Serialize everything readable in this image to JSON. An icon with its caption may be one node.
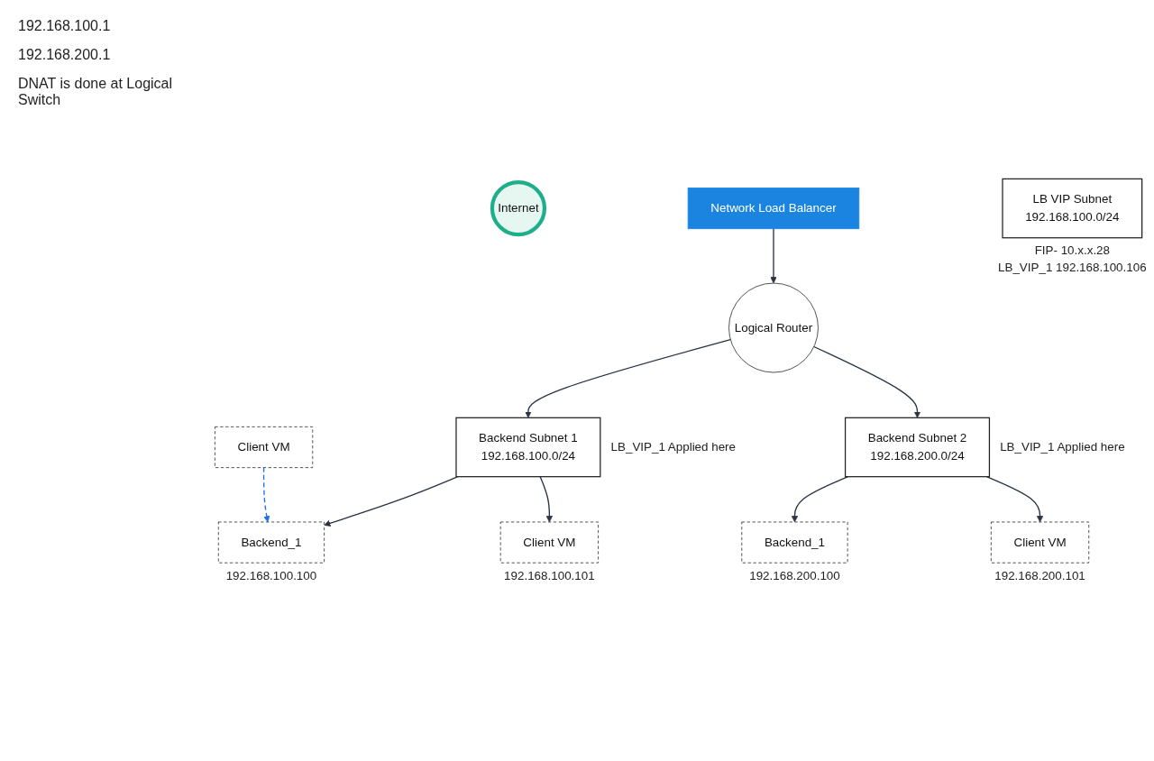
{
  "diagram": {
    "nodes": [
      {
        "text": [
          "Client VM"
        ]
      },
      {
        "text": [
          "Internet"
        ]
      },
      {
        "text": [
          "Network Load Balancer"
        ]
      },
      {
        "text": [
          "LB VIP Subnet",
          "192.168.100.0/24"
        ],
        "beside": [
          "FIP- 10.x.x.28",
          "LB_VIP_1 192.168.100.106"
        ]
      },
      {
        "text": [
          "Logical Router"
        ]
      },
      {
        "text": [
          "Backend Subnet 1",
          "192.168.100.0/24"
        ],
        "beside": [
          "LB_VIP_1 Applied here"
        ]
      },
      {
        "text": [
          "Backend Subnet 2",
          "192.168.200.0/24"
        ],
        "beside": [
          "LB_VIP_1 Applied here"
        ]
      },
      {
        "text": [
          "Backend_1"
        ],
        "beside": [
          "192.168.100.100"
        ]
      },
      {
        "text": [
          "Client VM"
        ],
        "beside": [
          "192.168.100.101"
        ]
      },
      {
        "text": [
          "Backend_1"
        ],
        "beside": [
          "192.168.200.100"
        ]
      },
      {
        "text": [
          "Client VM"
        ],
        "beside": [
          "192.168.200.101"
        ]
      }
    ],
    "edges": [
      {
        "from": 0,
        "to": 7,
        "arrow": "to",
        "style": "dashed",
        "color": "#1a73e8"
      },
      {
        "from": 2,
        "to": 4,
        "arrow": "to"
      },
      {
        "from": 4,
        "to": 5,
        "arrow": "to"
      },
      {
        "from": 4,
        "to": 6,
        "arrow": "to"
      },
      {
        "from": 5,
        "to": 7,
        "arrow": "to"
      },
      {
        "from": 5,
        "to": 8,
        "arrow": "to"
      },
      {
        "from": 6,
        "to": 9,
        "arrow": "to"
      },
      {
        "from": 6,
        "to": 10,
        "arrow": "to"
      }
    ],
    "labels": [
      "192.168.100.1",
      "192.168.200.1",
      "DNAT is done at Logical Switch"
    ]
  }
}
